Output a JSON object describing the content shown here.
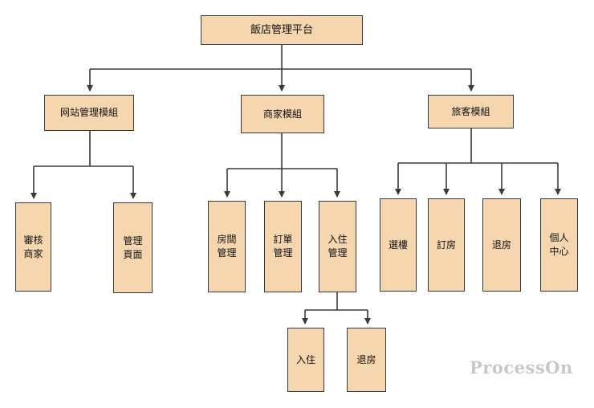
{
  "nodes": {
    "root": "飯店管理平台",
    "site_module": "网站管理模組",
    "merchant_module": "商家模組",
    "guest_module": "旅客模組",
    "review_merchant": "審核\n商家",
    "manage_pages": "管理\n頁面",
    "room_manage": "房間\n管理",
    "order_manage": "訂單\n管理",
    "checkin_manage": "入住\n管理",
    "checkin": "入住",
    "checkout_merchant": "退房",
    "choose_building": "選樓",
    "book_room": "訂房",
    "checkout_guest": "退房",
    "personal_center": "個人\n中心"
  },
  "watermark": "ProcessOn",
  "colors": {
    "node_fill": "#f5d6ae",
    "line": "#3a3a3a",
    "watermark": "#c8c8c8"
  }
}
